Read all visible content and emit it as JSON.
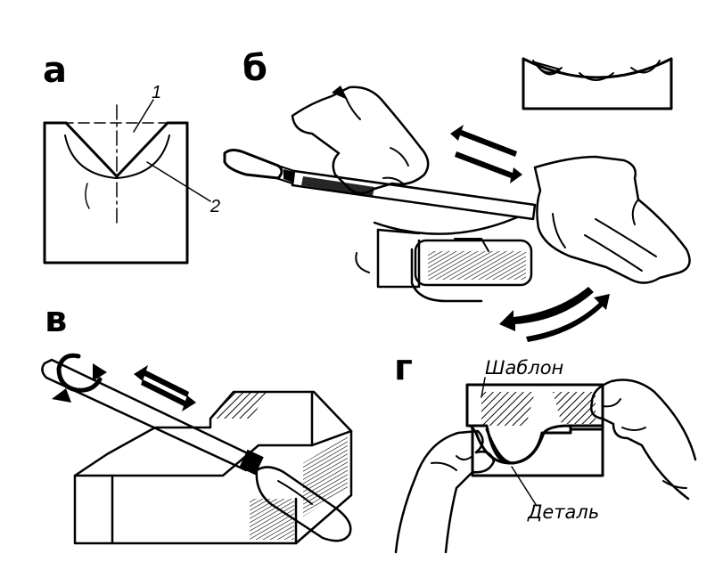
{
  "panels": {
    "a": {
      "letter": "а",
      "callout_1": "1",
      "callout_2": "2"
    },
    "b": {
      "letter": "б"
    },
    "v": {
      "letter": "в"
    },
    "g": {
      "letter": "г",
      "template_label": "Шаблон",
      "part_label": "Деталь"
    }
  },
  "colors": {
    "ink": "#000000",
    "paper": "#ffffff"
  }
}
